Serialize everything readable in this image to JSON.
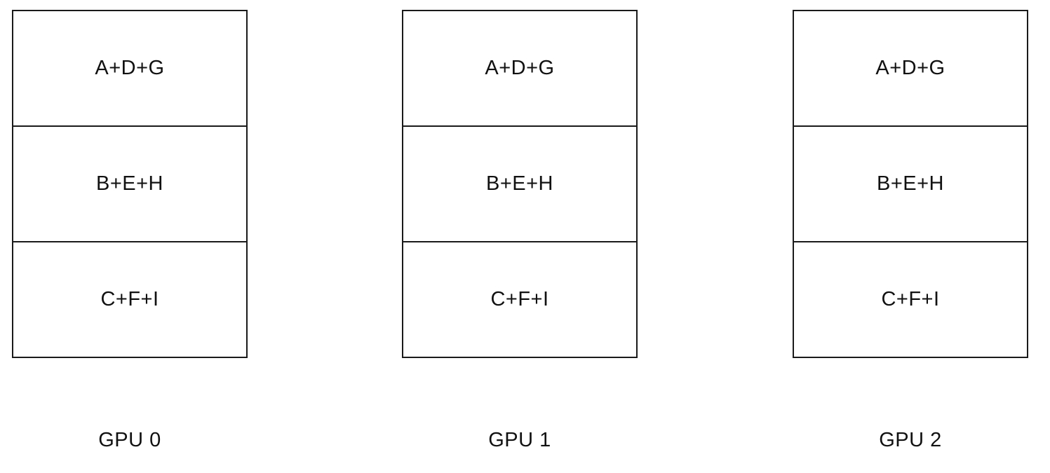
{
  "gpus": [
    {
      "label": "GPU 0",
      "cells": [
        "A+D+G",
        "B+E+H",
        "C+F+I"
      ]
    },
    {
      "label": "GPU 1",
      "cells": [
        "A+D+G",
        "B+E+H",
        "C+F+I"
      ]
    },
    {
      "label": "GPU 2",
      "cells": [
        "A+D+G",
        "B+E+H",
        "C+F+I"
      ]
    }
  ]
}
